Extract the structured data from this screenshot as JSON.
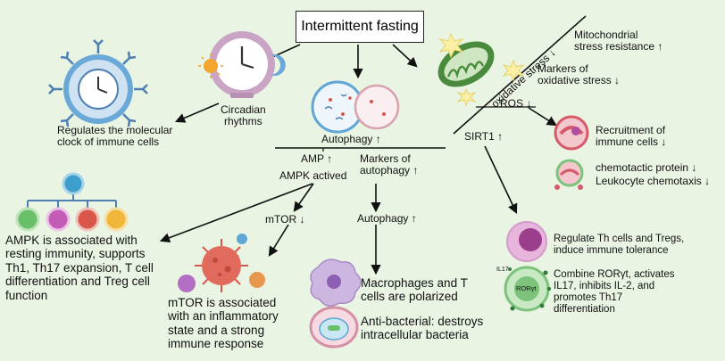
{
  "title": "Intermittent fasting",
  "labels": {
    "circadian": "Circadian\nrhythms",
    "clock": "Regulates the molecular\nclock of immune cells",
    "autophagy_top": "Autophagy ↑",
    "amp": "AMP ↑",
    "ampk": "AMPK actived",
    "markers_autophagy": "Markers of\nautophagy ↑",
    "mtor": "mTOR ↓",
    "autophagy_mid": "Autophagy ↑",
    "ampk_effect": "AMPK is associated with\nresting immunity, supports\nTh1, Th17 expansion, T cell\ndifferentiation and Treg cell\nfunction",
    "mtor_effect": "mTOR is associated\nwith an inflammatory\nstate and a strong\nimmune response",
    "macrophage": "Macrophages and T\ncells are polarized",
    "antibacterial": "Anti-bacterial: destroys\nintracellular bacteria",
    "oxidative_stress": "oxidative stress ↓",
    "mito_resist": "Mitochondrial\nstress resistance ↑",
    "markers_oxidative": "Markers of\noxidative stress ↓",
    "ros": "ROS ↓",
    "sirt1": "SIRT1 ↑",
    "recruitment": "Recruitment of\nimmune cells ↓",
    "chemotactic": "chemotactic protein ↓\nLeukocyte chemotaxis ↓",
    "th_tregs": "Regulate Th cells and Tregs,\ninduce immune tolerance",
    "ror": "Combine RORγt, activates\nIL17, inhibits IL-2, and\npromotes Th17\ndifferentiation",
    "il17_tag": "IL17",
    "ror_tag": "RORγt"
  },
  "colors": {
    "background": "#e9f4e3",
    "arrow": "#111111",
    "mitochondria": "#4a8a3c",
    "cell_blue": "#6aa8d8",
    "clock_pink": "#c9a4c4",
    "virus_red": "#d9574a",
    "th_purple": "#b04ea0",
    "ror_green": "#7cc27a"
  },
  "icons": [
    "immune-cell-clock-icon",
    "circadian-clock-icon",
    "sun-icon",
    "moon-icon",
    "autophagy-cell-icon",
    "mitochondria-icon",
    "ros-sparkle-icon",
    "cell-tree-icon",
    "virus-icon",
    "macrophage-icon",
    "bacteria-cell-icon",
    "red-cell-icon",
    "leukocyte-icon",
    "th-cell-icon",
    "ror-cell-icon"
  ]
}
